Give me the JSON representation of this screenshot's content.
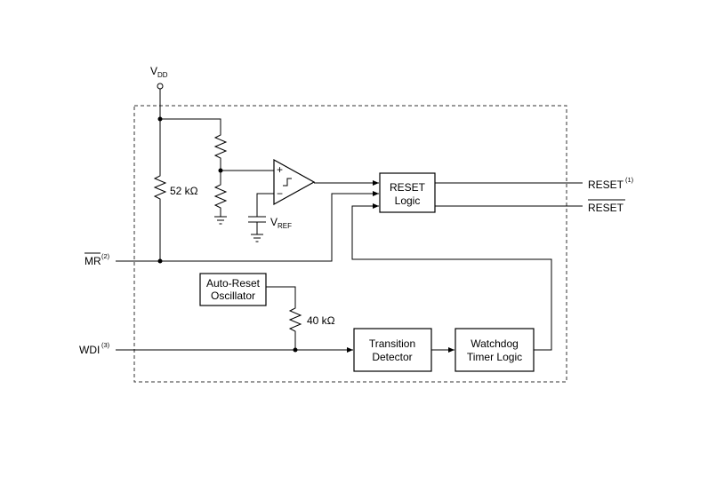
{
  "supply": {
    "main": "V",
    "sub": "DD"
  },
  "vref": {
    "main": "V",
    "sub": "REF"
  },
  "resistors": {
    "r_pullup_mr": "52 kΩ",
    "r_osc": "40 kΩ"
  },
  "comparator": {
    "plus": "+",
    "minus": "−"
  },
  "blocks": {
    "reset_logic": [
      "RESET",
      "Logic"
    ],
    "auto_reset_osc": [
      "Auto-Reset",
      "Oscillator"
    ],
    "transition_detector": [
      "Transition",
      "Detector"
    ],
    "watchdog_logic": [
      "Watchdog",
      "Timer Logic"
    ]
  },
  "pins": {
    "mr": {
      "label": "MR",
      "note": "(2)",
      "overbar": true
    },
    "wdi": {
      "label": "WDI",
      "note": "(3)"
    },
    "reset": {
      "label": "RESET",
      "note": "(1)"
    },
    "reset_n": {
      "label": "RESET",
      "overbar": true
    }
  }
}
